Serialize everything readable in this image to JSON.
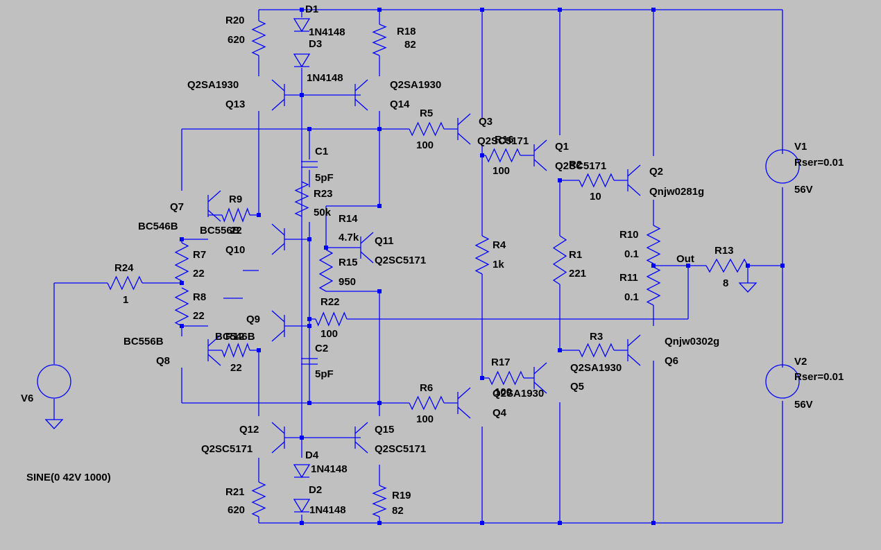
{
  "schematic": {
    "labels": {
      "R20": "R20",
      "R20v": "620",
      "R18": "R18",
      "R18v": "82",
      "D1": "D1",
      "D1v": "1N4148",
      "D3": "D3",
      "D3v": "1N4148",
      "Q13m": "Q2SA1930",
      "Q13": "Q13",
      "Q14m": "Q2SA1930",
      "Q14": "Q14",
      "R5": "R5",
      "R5v": "100",
      "Q3": "Q3",
      "R16a": "Q2SC5171",
      "R16b": "R16",
      "R16v": "100",
      "Q1": "Q1",
      "Q1m": "Q2SC5171",
      "R2": "R2",
      "R2v": "10",
      "Q2": "Q2",
      "Q2m": "Qnjw0281g",
      "C1": "C1",
      "C1v": "5pF",
      "R23": "R23",
      "R23v": "50k",
      "R14": "R14",
      "R14v": "4.7k",
      "R15": "R15",
      "R15v": "950",
      "Q11": "Q11",
      "Q11m": "Q2SC5171",
      "R4": "R4",
      "R4v": "1k",
      "R1": "R1",
      "R1v": "221",
      "R10": "R10",
      "R10v": "0.1",
      "R11": "R11",
      "R11v": "0.1",
      "Out": "Out",
      "R13": "R13",
      "R13v": "8",
      "V1": "V1",
      "V1r": "Rser=0.01",
      "V1v": "56V",
      "V2": "V2",
      "V2r": "Rser=0.01",
      "V2v": "56V",
      "Q7": "Q7",
      "Q7m": "BC546B",
      "R9": "R9",
      "R9v": "22",
      "Q10m": "BC556B",
      "Q10": "Q10",
      "R7": "R7",
      "R7v": "22",
      "R8": "R8",
      "R8v": "22",
      "R24": "R24",
      "R24v": "1",
      "Q9": "Q9",
      "R22": "R22",
      "R22v": "100",
      "Q8m": "BC556B",
      "Q8": "Q8",
      "R12": "R12",
      "Q9m": "BC546B",
      "R12v": "22",
      "C2": "C2",
      "C2v": "5pF",
      "R6": "R6",
      "R6v": "100",
      "R17": "R17",
      "Q4m": "Q2SA1930",
      "R17v": "100",
      "Q4": "Q4",
      "R3": "R3",
      "Q5m": "Q2SA1930",
      "Q5": "Q5",
      "Q6m": "Qnjw0302g",
      "Q6": "Q6",
      "V6": "V6",
      "V6v": "SINE(0 42V 1000)",
      "Q12": "Q12",
      "Q12m": "Q2SC5171",
      "Q15": "Q15",
      "Q15m": "Q2SC5171",
      "D4": "D4",
      "D4v": "1N4148",
      "D2": "D2",
      "D2v": "1N4148",
      "R21": "R21",
      "R21v": "620",
      "R19": "R19",
      "R19v": "82"
    }
  }
}
